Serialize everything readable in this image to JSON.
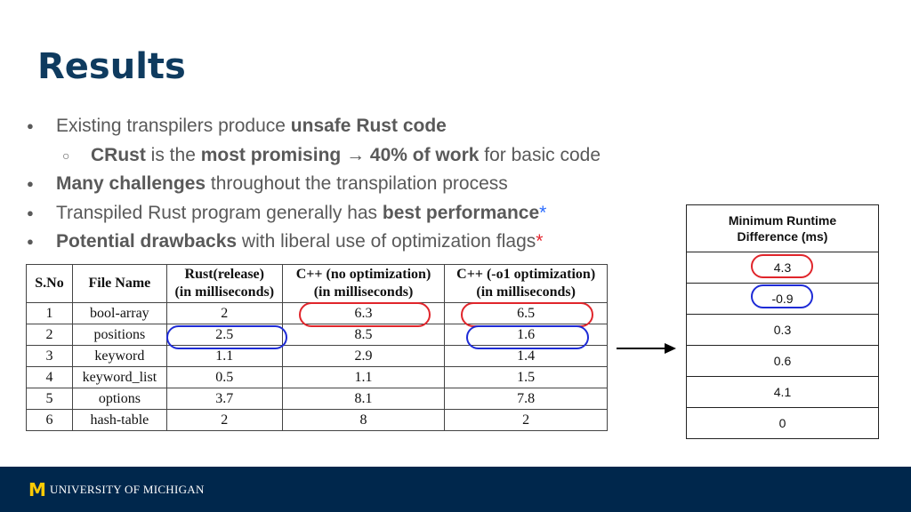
{
  "slide": {
    "title": "Results",
    "bullets": [
      {
        "parts": [
          "",
          "Existing transpilers produce ",
          "unsafe Rust code",
          "",
          "",
          ""
        ]
      },
      {
        "parts": [
          "CRust",
          " is the ",
          "most promising",
          " → ",
          "40% of work",
          " for basic code"
        ]
      },
      {
        "parts": [
          "Many challenges",
          " throughout the transpilation process",
          "",
          "",
          "",
          ""
        ]
      },
      {
        "parts": [
          "",
          "Transpiled Rust program generally has ",
          "best performance",
          "*",
          "",
          ""
        ]
      },
      {
        "parts": [
          "Potential drawbacks",
          " with liberal use of optimization flags",
          "*",
          "",
          "",
          ""
        ]
      }
    ],
    "bullet_marker": "●",
    "sub_bullet_marker": "○"
  },
  "results_table": {
    "headers": [
      "S.No",
      "File Name",
      "Rust(release)\n(in milliseconds)",
      "C++ (no optimization)\n(in milliseconds)",
      "C++ (-o1 optimization)\n(in milliseconds)"
    ],
    "rows": [
      [
        "1",
        "bool-array",
        "2",
        "6.3",
        "6.5"
      ],
      [
        "2",
        "positions",
        "2.5",
        "8.5",
        "1.6"
      ],
      [
        "3",
        "keyword",
        "1.1",
        "2.9",
        "1.4"
      ],
      [
        "4",
        "keyword_list",
        "0.5",
        "1.1",
        "1.5"
      ],
      [
        "5",
        "options",
        "3.7",
        "8.1",
        "7.8"
      ],
      [
        "6",
        "hash-table",
        "2",
        "8",
        "2"
      ]
    ]
  },
  "difference_table": {
    "header": "Minimum Runtime\nDifference (ms)",
    "values": [
      "4.3",
      "-0.9",
      "0.3",
      "0.6",
      "4.1",
      "0"
    ]
  },
  "footer": {
    "logo_letter": "M",
    "university": "UNIVERSITY OF MICHIGAN"
  },
  "colors": {
    "title": "#0f3b5f",
    "footer_bg": "#00274c",
    "logo": "#ffcb05",
    "highlight_red": "#e0252b",
    "highlight_blue": "#1e2bd6",
    "asterisk_red": "#e3262f",
    "asterisk_blue": "#2a6bff"
  }
}
